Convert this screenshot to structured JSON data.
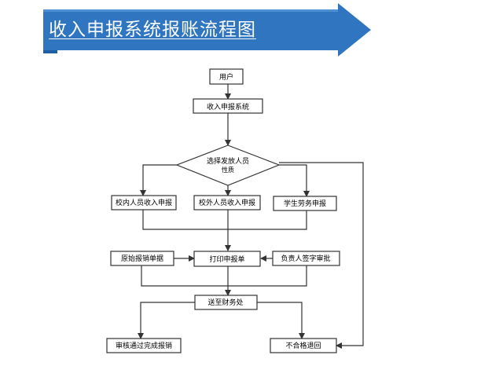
{
  "title": "收入申报系统报账流程图",
  "colors": {
    "banner": "#2f75c0",
    "banner_dark": "#1f5fa3",
    "line": "#333333",
    "box_fill": "#ffffff"
  },
  "nodes": {
    "user": "用户",
    "system": "收入申报系统",
    "decision_line1": "选择发放人员",
    "decision_line2": "性质",
    "internal": "校内人员收入申报",
    "external": "校外人员收入申报",
    "student": "学生劳务申报",
    "original_docs": "原始报销单据",
    "print_form": "打印申报单",
    "manager_sign": "负责人签字审批",
    "finance": "送至财务处",
    "approved": "审核通过完成报销",
    "rejected": "不合格退回"
  }
}
